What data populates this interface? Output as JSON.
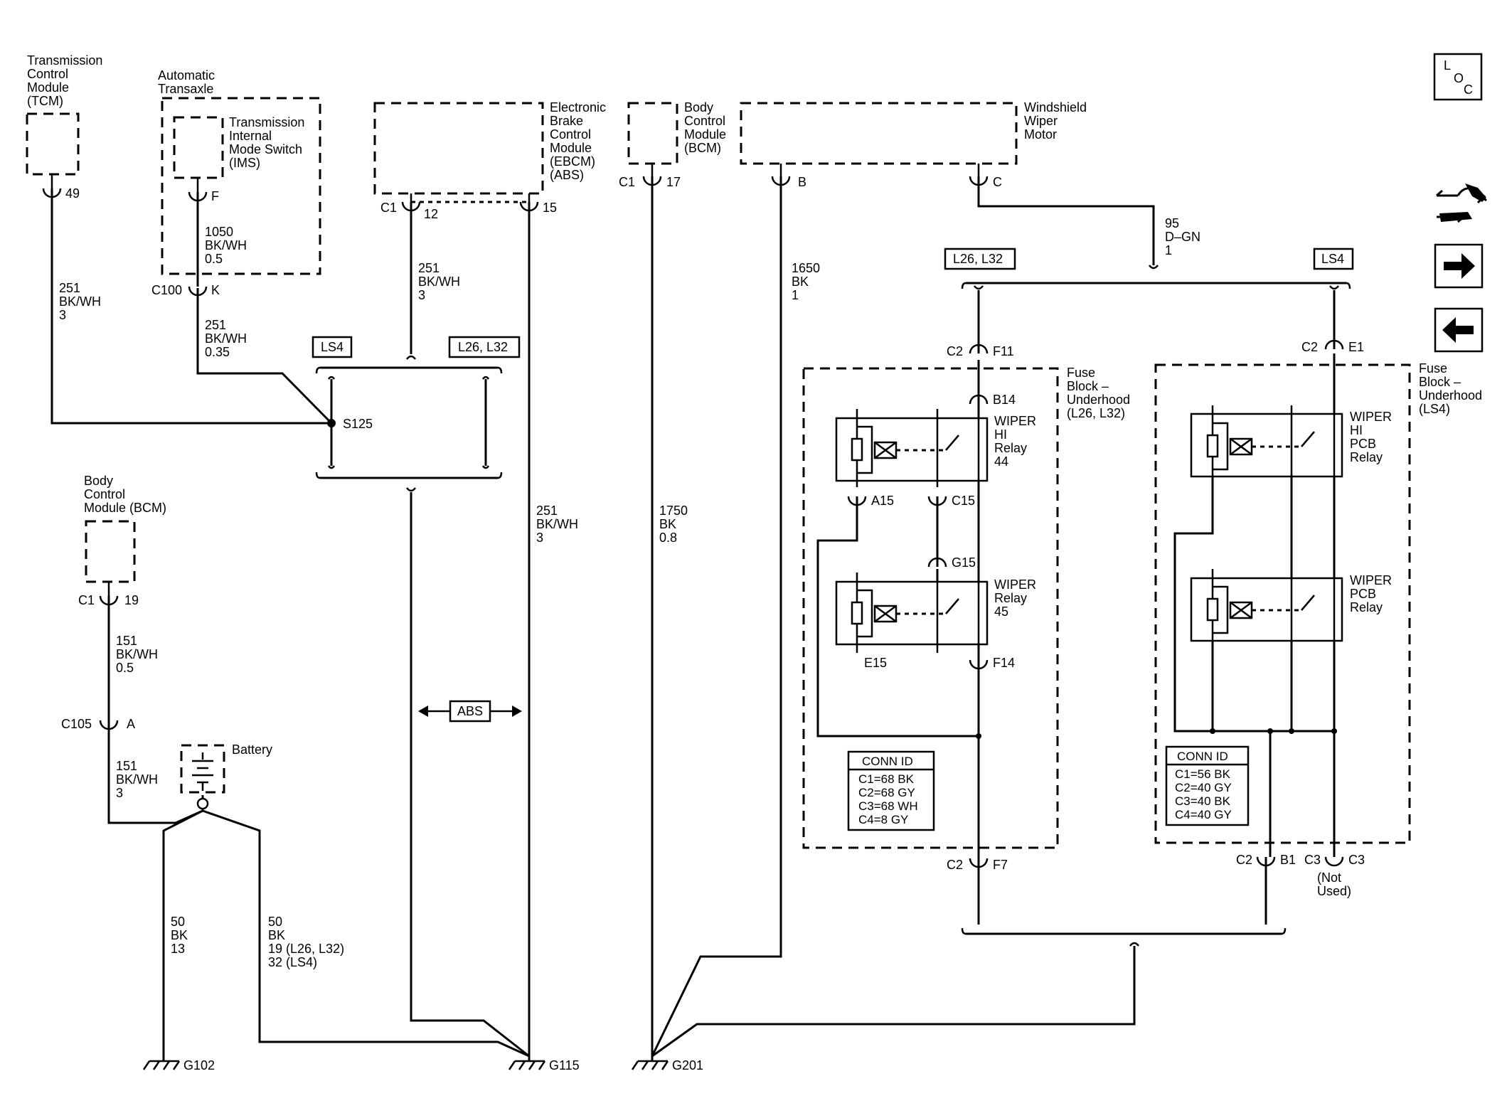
{
  "components": {
    "tcm": [
      "Transmission",
      "Control",
      "Module",
      "(TCM)"
    ],
    "axle": [
      "Automatic",
      "Transaxle"
    ],
    "ims": [
      "Transmission",
      "Internal",
      "Mode Switch",
      "(IMS)"
    ],
    "ebcm": [
      "Electronic",
      "Brake",
      "Control",
      "Module",
      "(EBCM)",
      "(ABS)"
    ],
    "bcm_top": [
      "Body",
      "Control",
      "Module",
      "(BCM)"
    ],
    "wiper_motor": [
      "Windshield",
      "Wiper",
      "Motor"
    ],
    "bcm_left": [
      "Body",
      "Control",
      "Module (BCM)"
    ],
    "battery": "Battery",
    "fuse_block_l26": [
      "Fuse",
      "Block –",
      "Underhood",
      "(L26, L32)"
    ],
    "fuse_block_ls4": [
      "Fuse",
      "Block –",
      "Underhood",
      "(LS4)"
    ]
  },
  "relays": {
    "wiper_hi": [
      "WIPER",
      "HI",
      "Relay",
      "44"
    ],
    "wiper": [
      "WIPER",
      "Relay",
      "45"
    ],
    "wiper_hi_pcb": [
      "WIPER",
      "HI",
      "PCB",
      "Relay"
    ],
    "wiper_pcb": [
      "WIPER",
      "PCB",
      "Relay"
    ]
  },
  "pins": {
    "tcm_49": "49",
    "ims_f": "F",
    "c100": "C100",
    "c100_k": "K",
    "ebcm_c1": "C1",
    "ebcm_12": "12",
    "ebcm_15": "15",
    "bcm_c1": "C1",
    "bcm_17": "17",
    "motor_b": "B",
    "motor_c": "C",
    "c2_l": "C2",
    "f11": "F11",
    "b14": "B14",
    "a15": "A15",
    "c15": "C15",
    "g15": "G15",
    "e15": "E15",
    "f14": "F14",
    "c2_f7": "C2",
    "f7": "F7",
    "c2_r": "C2",
    "e1": "E1",
    "c2_b": "C2",
    "b1": "B1",
    "c3_a": "C3",
    "c3_b": "C3",
    "not_used": [
      "(Not",
      "Used)"
    ],
    "bcm2_c1": "C1",
    "bcm2_19": "19",
    "c105": "C105",
    "c105_a": "A",
    "s125": "S125"
  },
  "wires": {
    "w251_left": [
      "251",
      "BK/WH",
      "3"
    ],
    "w1050": [
      "1050",
      "BK/WH",
      "0.5"
    ],
    "w251_035": [
      "251",
      "BK/WH",
      "0.35"
    ],
    "w251_ebcm": [
      "251",
      "BK/WH",
      "3"
    ],
    "w251_right": [
      "251",
      "BK/WH",
      "3"
    ],
    "w1650": [
      "1650",
      "BK",
      "1"
    ],
    "w1750": [
      "1750",
      "BK",
      "0.8"
    ],
    "w95": [
      "95",
      "D–GN",
      "1"
    ],
    "w151_top": [
      "151",
      "BK/WH",
      "0.5"
    ],
    "w151_bot": [
      "151",
      "BK/WH",
      "3"
    ],
    "w50_13": [
      "50",
      "BK",
      "13"
    ],
    "w50_19": [
      "50",
      "BK",
      "19 (L26, L32)",
      "32 (LS4)"
    ]
  },
  "options": {
    "ls4_left": "LS4",
    "l26_left": "L26, L32",
    "l26_right": "L26, L32",
    "ls4_right": "LS4",
    "abs": "ABS"
  },
  "grounds": {
    "g102": "G102",
    "g115": "G115",
    "g201": "G201"
  },
  "conn_id_left": {
    "title": "CONN ID",
    "rows": [
      "C1=68 BK",
      "C2=68 GY",
      "C3=68 WH",
      "C4=8 GY"
    ]
  },
  "conn_id_right": {
    "title": "CONN ID",
    "rows": [
      "C1=56 BK",
      "C2=40 GY",
      "C3=40 BK",
      "C4=40 GY"
    ]
  },
  "nav": {
    "loc_letters": [
      "L",
      "O",
      "C"
    ],
    "buttons": [
      "component-locator-icon",
      "next-page-arrow-icon",
      "previous-page-arrow-icon"
    ]
  }
}
